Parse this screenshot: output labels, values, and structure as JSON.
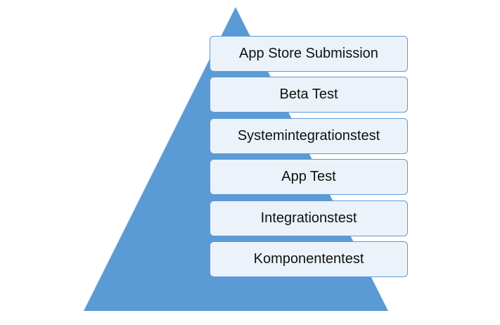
{
  "colors": {
    "pyramid_fill": "#5b9bd5",
    "box_fill": "#ecf2f9",
    "box_border": "#5b9bd5",
    "text": "#111111"
  },
  "levels": [
    {
      "label": "App Store Submission"
    },
    {
      "label": "Beta Test"
    },
    {
      "label": "Systemintegrationstest"
    },
    {
      "label": "App Test"
    },
    {
      "label": "Integrationstest"
    },
    {
      "label": "Komponententest"
    }
  ]
}
